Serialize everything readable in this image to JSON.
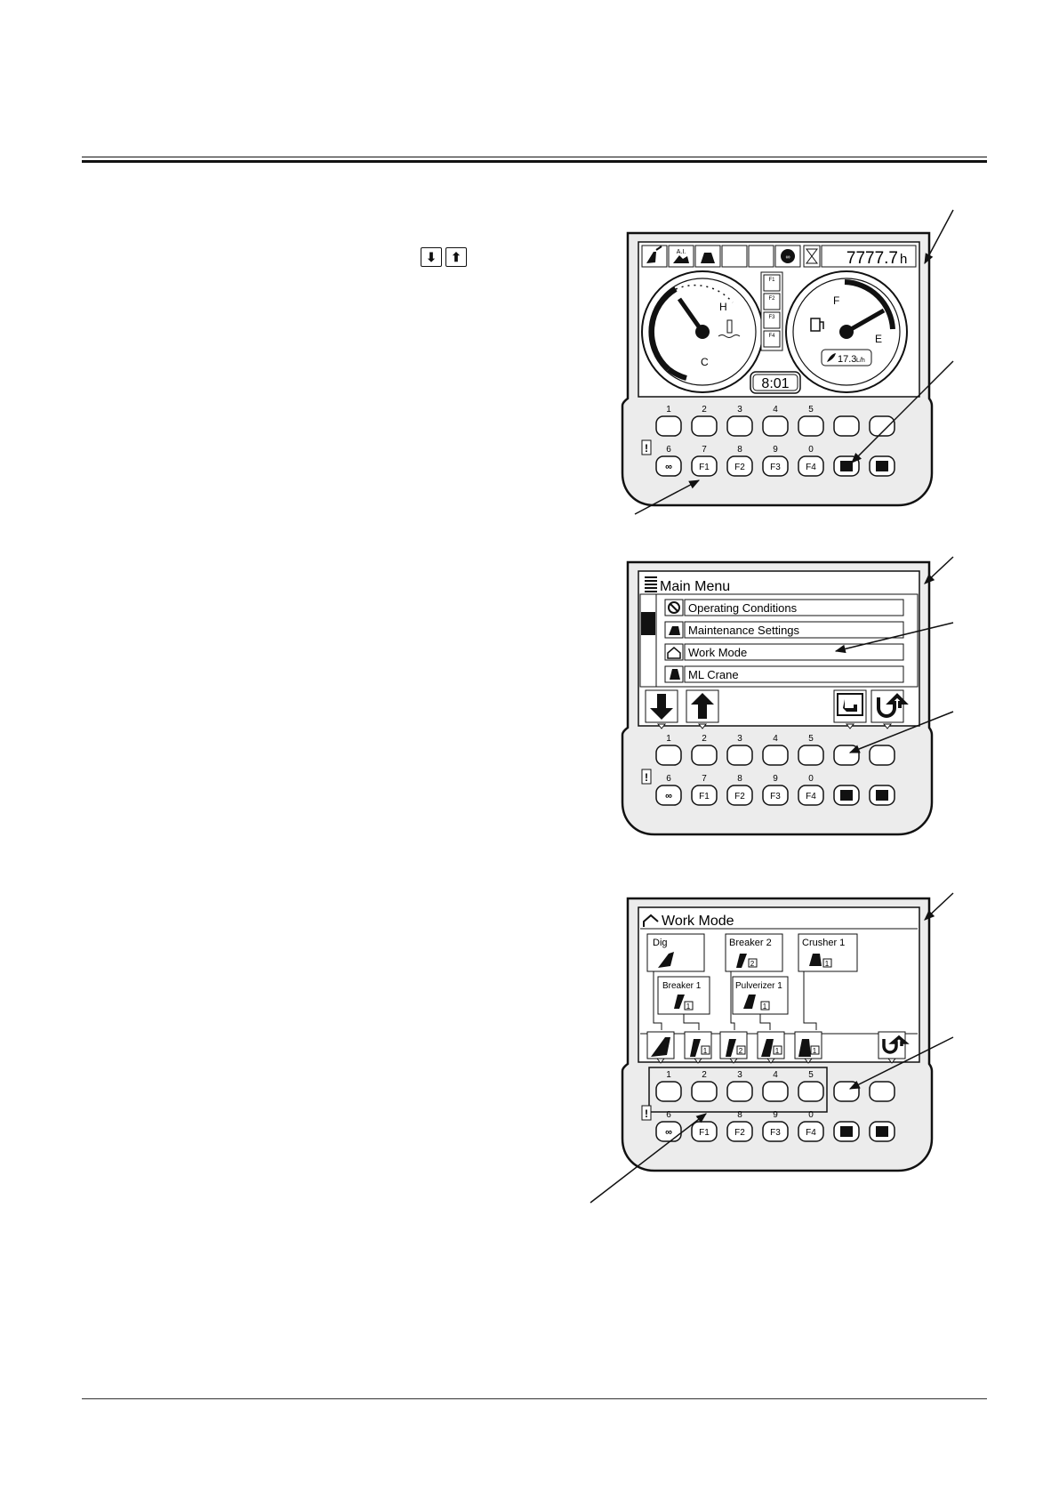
{
  "inline_keys": {
    "down": "⬇",
    "up": "⬆"
  },
  "monitor": {
    "hour_meter": "7777.7",
    "hour_unit": "h",
    "temp_gauge": {
      "hot": "H",
      "cold": "C"
    },
    "fuel_gauge": {
      "full": "F",
      "empty": "E"
    },
    "fuel_rate": "17.3",
    "fuel_rate_unit": "L/h",
    "clock": "8:01",
    "side_keys": [
      "F1",
      "F2",
      "F3",
      "F4"
    ]
  },
  "keypad": {
    "top_numbers": [
      "1",
      "2",
      "3",
      "4",
      "5"
    ],
    "bottom_numbers": [
      "6",
      "7",
      "8",
      "9",
      "0"
    ],
    "fkeys": [
      "F1",
      "F2",
      "F3",
      "F4"
    ]
  },
  "main_menu": {
    "title": "Main Menu",
    "items": [
      "Operating Conditions",
      "Maintenance Settings",
      "Work Mode",
      "ML Crane"
    ]
  },
  "work_mode": {
    "title": "Work Mode",
    "modes": [
      {
        "label": "Dig",
        "badge": ""
      },
      {
        "label": "Breaker 1",
        "badge": "1"
      },
      {
        "label": "Breaker 2",
        "badge": "2"
      },
      {
        "label": "Pulverizer 1",
        "badge": "1"
      },
      {
        "label": "Crusher 1",
        "badge": "1"
      }
    ],
    "bottom_badges": [
      "",
      "1",
      "2",
      "1",
      "1"
    ]
  }
}
